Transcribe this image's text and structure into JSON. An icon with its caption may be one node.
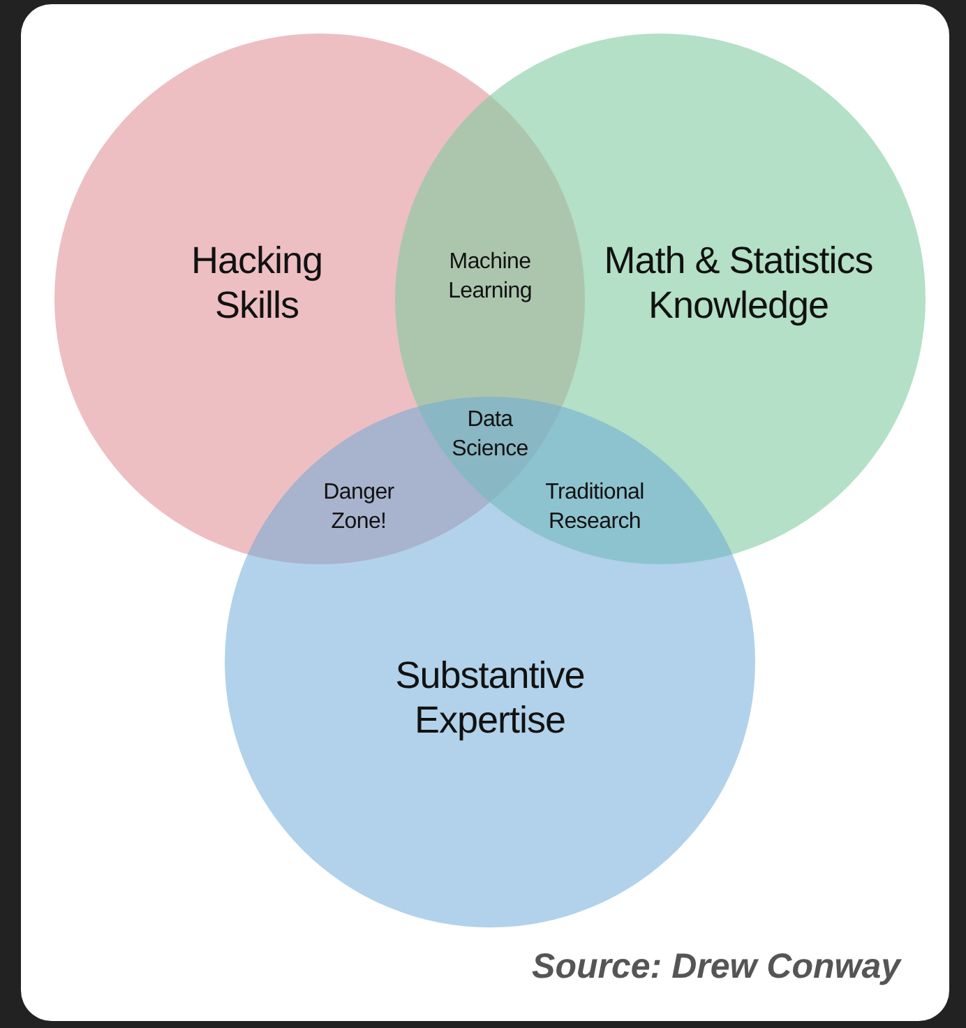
{
  "diagram": {
    "caption": "Source: Drew Conway",
    "nodes": [
      {
        "text": [
          "Hacking Skills"
        ]
      },
      {
        "text": [
          "Math & Statistics Knowledge"
        ]
      },
      {
        "text": [
          "Substantive Expertise"
        ]
      }
    ],
    "labels": [
      "Machine Learning",
      "Data Science",
      "Danger Zone!",
      "Traditional Research"
    ]
  }
}
